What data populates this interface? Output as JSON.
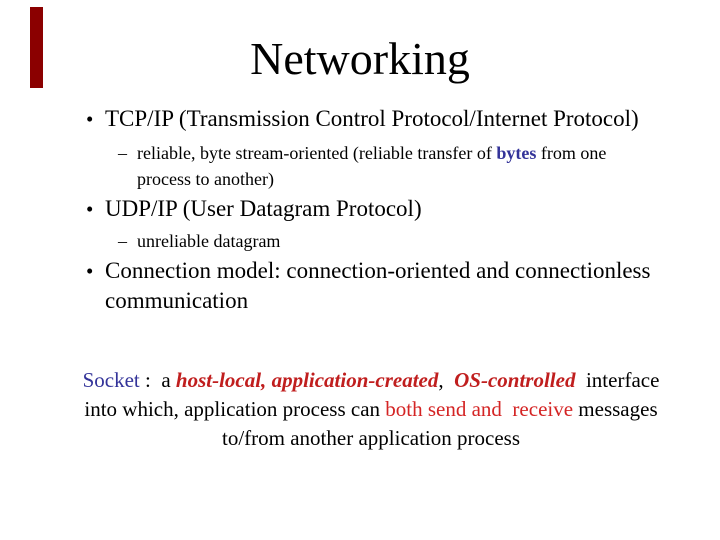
{
  "slide": {
    "title": "Networking",
    "corner_bar_color": "#8b0000",
    "colors": {
      "navy": "#333399",
      "red": "#c01e1e",
      "red_bright": "#d42424"
    },
    "bullets": [
      {
        "level": 1,
        "marker": "•",
        "lines": [
          [
            {
              "t": "TCP/IP (Transmission Control Protocol/Internet Protocol)",
              "cls": ""
            }
          ]
        ]
      },
      {
        "level": 2,
        "marker": "–",
        "lines": [
          [
            {
              "t": "reliable, byte stream-oriented (reliable transfer of ",
              "cls": ""
            },
            {
              "t": "bytes",
              "cls": "navy-bold"
            },
            {
              "t": " from one",
              "cls": ""
            }
          ],
          [
            {
              "t": "process to another)",
              "cls": ""
            }
          ]
        ]
      },
      {
        "level": 1,
        "marker": "•",
        "lines": [
          [
            {
              "t": "UDP/IP (User Datagram Protocol)",
              "cls": ""
            }
          ]
        ]
      },
      {
        "level": 2,
        "marker": "–",
        "lines": [
          [
            {
              "t": "unreliable datagram",
              "cls": ""
            }
          ]
        ]
      },
      {
        "level": 1,
        "marker": "•",
        "lines": [
          [
            {
              "t": "Connection model: connection-oriented and connectionless",
              "cls": ""
            }
          ],
          [
            {
              "t": "communication",
              "cls": ""
            }
          ]
        ]
      }
    ],
    "socket_note": {
      "lines": [
        [
          {
            "t": "Socket",
            "cls": "navy"
          },
          {
            "t": " :  a ",
            "cls": ""
          },
          {
            "t": "host-local,",
            "cls": "red-italic"
          },
          {
            "t": " ",
            "cls": ""
          },
          {
            "t": "application-created",
            "cls": "red-italic"
          },
          {
            "t": ",  ",
            "cls": ""
          },
          {
            "t": "OS-controlled",
            "cls": "red-italic"
          },
          {
            "t": "  interface",
            "cls": ""
          }
        ],
        [
          {
            "t": "into which, application process can ",
            "cls": ""
          },
          {
            "t": "both send and  receive",
            "cls": "red"
          },
          {
            "t": " messages",
            "cls": ""
          }
        ],
        [
          {
            "t": "to/from another application process",
            "cls": ""
          }
        ]
      ]
    }
  }
}
